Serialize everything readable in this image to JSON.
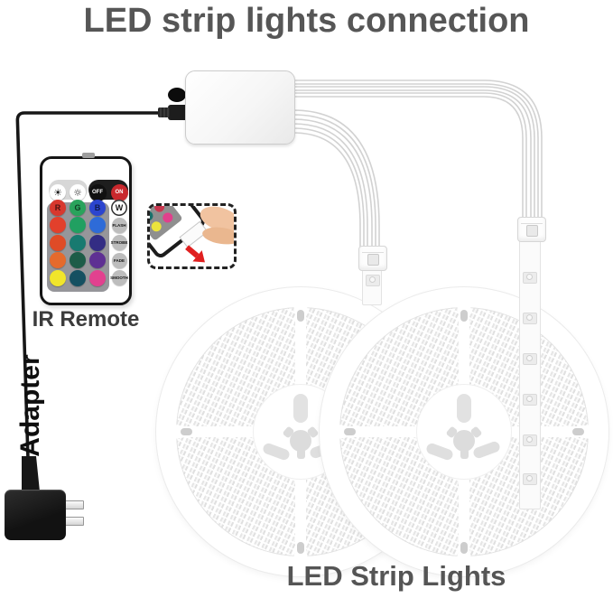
{
  "title": "LED strip lights connection",
  "labels": {
    "ir_remote": "IR Remote",
    "adapter": "Adapter",
    "led_strips": "LED Strip Lights"
  },
  "remote": {
    "buttons": [
      {
        "name": "brightness-up",
        "icon": "☀",
        "bg": "#ffffff",
        "fg": "#1a1a1a",
        "kind": "icon"
      },
      {
        "name": "brightness-down",
        "icon": "☼",
        "bg": "#ffffff",
        "fg": "#1a1a1a",
        "kind": "icon"
      },
      {
        "name": "off",
        "label": "OFF",
        "bg": "#101010",
        "fg": "#ffffff",
        "kind": "word"
      },
      {
        "name": "on",
        "label": "ON",
        "bg": "#c9282d",
        "fg": "#ffffff",
        "kind": "word"
      },
      {
        "name": "red",
        "label": "R",
        "bg": "#d8382e",
        "fg": "#4a1410",
        "kind": "letter"
      },
      {
        "name": "green",
        "label": "G",
        "bg": "#2aa35c",
        "fg": "#0f3d22",
        "kind": "letter"
      },
      {
        "name": "blue",
        "label": "B",
        "bg": "#2c45cf",
        "fg": "#101b4d",
        "kind": "letter"
      },
      {
        "name": "white",
        "label": "W",
        "bg": "#ffffff",
        "fg": "#1a1a1a",
        "kind": "letter",
        "border": "#333333"
      },
      {
        "name": "color-orange-red",
        "bg": "#e2402c",
        "kind": "plain"
      },
      {
        "name": "color-green",
        "bg": "#21a061",
        "kind": "plain"
      },
      {
        "name": "color-blue",
        "bg": "#2e6bd8",
        "kind": "plain"
      },
      {
        "name": "flash",
        "label": "FLASH",
        "bg": "#bdbdbd",
        "fg": "#111111",
        "kind": "mode"
      },
      {
        "name": "color-red-orange",
        "bg": "#df4b27",
        "kind": "plain"
      },
      {
        "name": "color-teal",
        "bg": "#187a70",
        "kind": "plain"
      },
      {
        "name": "color-indigo",
        "bg": "#332d84",
        "kind": "plain"
      },
      {
        "name": "strobe",
        "label": "STROBE",
        "bg": "#bdbdbd",
        "fg": "#111111",
        "kind": "mode"
      },
      {
        "name": "color-orange",
        "bg": "#e56a2d",
        "kind": "plain"
      },
      {
        "name": "color-dark-green",
        "bg": "#1d5c48",
        "kind": "plain"
      },
      {
        "name": "color-purple",
        "bg": "#5e3093",
        "kind": "plain"
      },
      {
        "name": "fade",
        "label": "FADE",
        "bg": "#bdbdbd",
        "fg": "#111111",
        "kind": "mode"
      },
      {
        "name": "color-yellow",
        "bg": "#f1e52b",
        "kind": "plain"
      },
      {
        "name": "color-dark-teal",
        "bg": "#155061",
        "kind": "plain"
      },
      {
        "name": "color-pink",
        "bg": "#e2418f",
        "kind": "plain"
      },
      {
        "name": "smooth",
        "label": "SMOOTH",
        "bg": "#bdbdbd",
        "fg": "#111111",
        "kind": "mode"
      }
    ]
  },
  "strip": {
    "chip_ys_right_band": [
      300,
      345,
      390,
      435,
      480,
      523
    ],
    "chip_y_bottom_band": 303
  },
  "inset": {
    "dot_colors": [
      "#6b3f92",
      "#3a3a52",
      "#17706a",
      "#c9354e",
      "#ece43c",
      "#e0408c"
    ]
  },
  "colors": {
    "title_text": "#565656",
    "wire_black": "#171717",
    "arrow_red": "#e01f1f",
    "on_button_red": "#c9282d",
    "keypad_panel_gray": "#96969a"
  }
}
